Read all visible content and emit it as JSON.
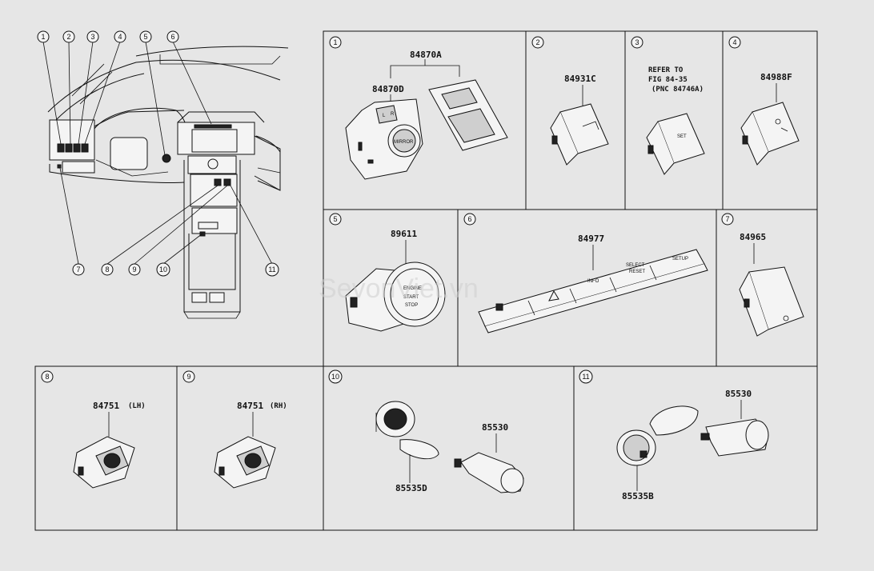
{
  "overview": {
    "callouts": [
      "1",
      "2",
      "3",
      "4",
      "5",
      "6",
      "7",
      "8",
      "9",
      "10",
      "11"
    ]
  },
  "panels": [
    {
      "num": "1",
      "parts": [
        "84870A",
        "84870D"
      ],
      "labels": [
        "L",
        "R",
        "MIRROR"
      ]
    },
    {
      "num": "2",
      "parts": [
        "84931C"
      ]
    },
    {
      "num": "3",
      "note_lines": [
        "REFER TO",
        "FIG 84-35",
        "(PNC 84746A)"
      ],
      "labels": [
        "SET"
      ]
    },
    {
      "num": "4",
      "parts": [
        "84988F"
      ]
    },
    {
      "num": "5",
      "parts": [
        "89611"
      ],
      "labels": [
        "ENGINE",
        "START",
        "STOP"
      ]
    },
    {
      "num": "6",
      "parts": [
        "84977"
      ],
      "labels": [
        "INFO",
        "SELECT",
        "RESET",
        "SETUP"
      ]
    },
    {
      "num": "7",
      "parts": [
        "84965"
      ]
    },
    {
      "num": "8",
      "parts": [
        "84751"
      ],
      "side": "(LH)"
    },
    {
      "num": "9",
      "parts": [
        "84751"
      ],
      "side": "(RH)"
    },
    {
      "num": "10",
      "parts": [
        "85530",
        "85535D"
      ]
    },
    {
      "num": "11",
      "parts": [
        "85530",
        "85535B"
      ]
    }
  ],
  "watermark": "SevonViet.vn",
  "colors": {
    "background": "#e6e6e6",
    "line": "#111111"
  }
}
